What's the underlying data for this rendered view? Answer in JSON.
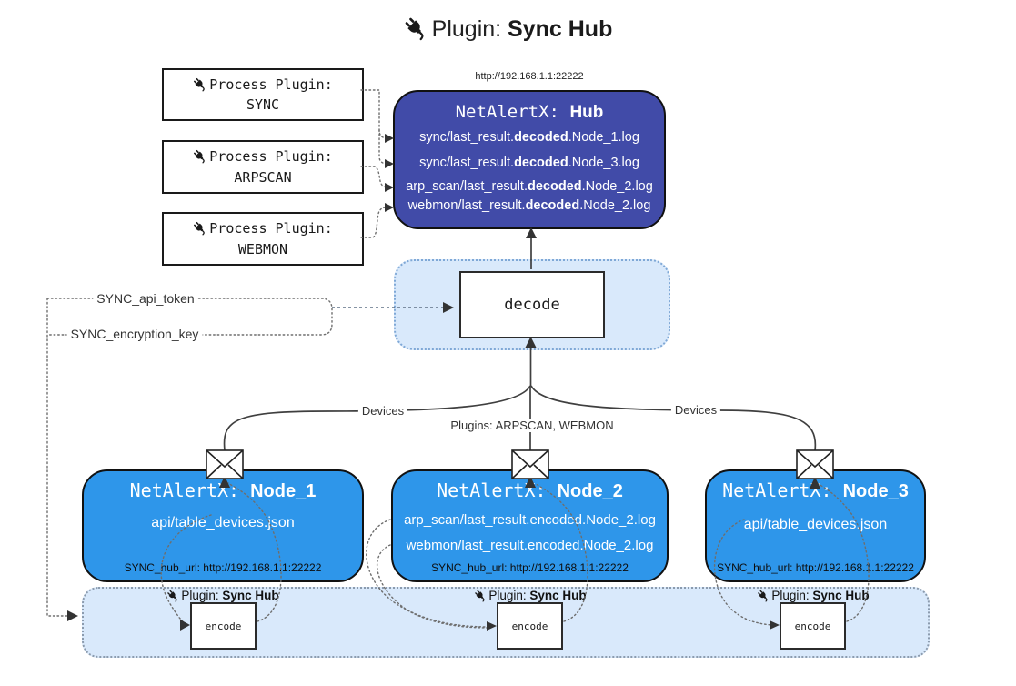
{
  "title": {
    "prefix": "Plugin: ",
    "name": "Sync Hub"
  },
  "hub": {
    "url": "http://192.168.1.1:22222",
    "title_prefix": "NetAlertX: ",
    "title_name": "Hub",
    "lines": [
      {
        "pre": "sync/last_result.",
        "bold": "decoded",
        "post": ".Node_1.log"
      },
      {
        "pre": "sync/last_result.",
        "bold": "decoded",
        "post": ".Node_3.log"
      },
      {
        "pre": "arp_scan/last_result.",
        "bold": "decoded",
        "post": ".Node_2.log"
      },
      {
        "pre": "webmon/last_result.",
        "bold": "decoded",
        "post": ".Node_2.log"
      }
    ]
  },
  "process_plugins": [
    {
      "label": "Process Plugin:",
      "name": "SYNC"
    },
    {
      "label": "Process Plugin:",
      "name": "ARPSCAN"
    },
    {
      "label": "Process Plugin:",
      "name": "WEBMON"
    }
  ],
  "decode": {
    "label": "decode"
  },
  "settings": {
    "api_token": "SYNC_api_token",
    "encryption_key": "SYNC_encryption_key"
  },
  "edge_labels": {
    "devices_left": "Devices",
    "plugins_center": "Plugins: ARPSCAN, WEBMON",
    "devices_right": "Devices"
  },
  "nodes": [
    {
      "title_prefix": "NetAlertX: ",
      "name": "Node_1",
      "lines": [
        "api/table_devices.json"
      ],
      "footer": "SYNC_hub_url: http://192.168.1.1:22222"
    },
    {
      "title_prefix": "NetAlertX: ",
      "name": "Node_2",
      "lines": [
        "arp_scan/last_result.encoded.Node_2.log",
        "webmon/last_result.encoded.Node_2.log"
      ],
      "footer": "SYNC_hub_url: http://192.168.1.1:22222"
    },
    {
      "title_prefix": "NetAlertX: ",
      "name": "Node_3",
      "lines": [
        "api/table_devices.json"
      ],
      "footer": "SYNC_hub_url: http://192.168.1.1:22222"
    }
  ],
  "sync_band": {
    "instances": [
      {
        "label_prefix": "Plugin: ",
        "label_name": "Sync Hub",
        "encode_label": "encode"
      },
      {
        "label_prefix": "Plugin: ",
        "label_name": "Sync Hub",
        "encode_label": "encode"
      },
      {
        "label_prefix": "Plugin: ",
        "label_name": "Sync Hub",
        "encode_label": "encode"
      }
    ]
  },
  "icons": {
    "plug": "plug-icon",
    "envelope": "envelope-icon"
  },
  "colors": {
    "hub_fill": "#414BA8",
    "node_fill": "#2E96EA",
    "panel_fill": "#D9E9FB",
    "panel_border": "#7FA8D6",
    "band_border": "#8B9BAE",
    "solid_line": "#3F3F3F",
    "dotted_line": "#6E6E6E",
    "text_on_dark": "#FFFFFF"
  }
}
